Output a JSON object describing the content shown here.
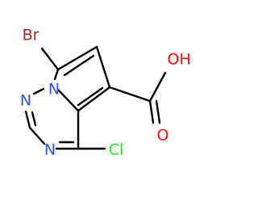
{
  "molecule": {
    "atoms": {
      "br": "Br",
      "oh": "OH",
      "n1": "N",
      "n2": "N",
      "n3": "N",
      "o": "O",
      "cl": "Cl"
    },
    "colors": {
      "bond": "#000000",
      "bromine": "#A62929",
      "nitrogen": "#3050F8",
      "oxygen": "#FF0D0D",
      "chlorine": "#1FF01F"
    }
  }
}
